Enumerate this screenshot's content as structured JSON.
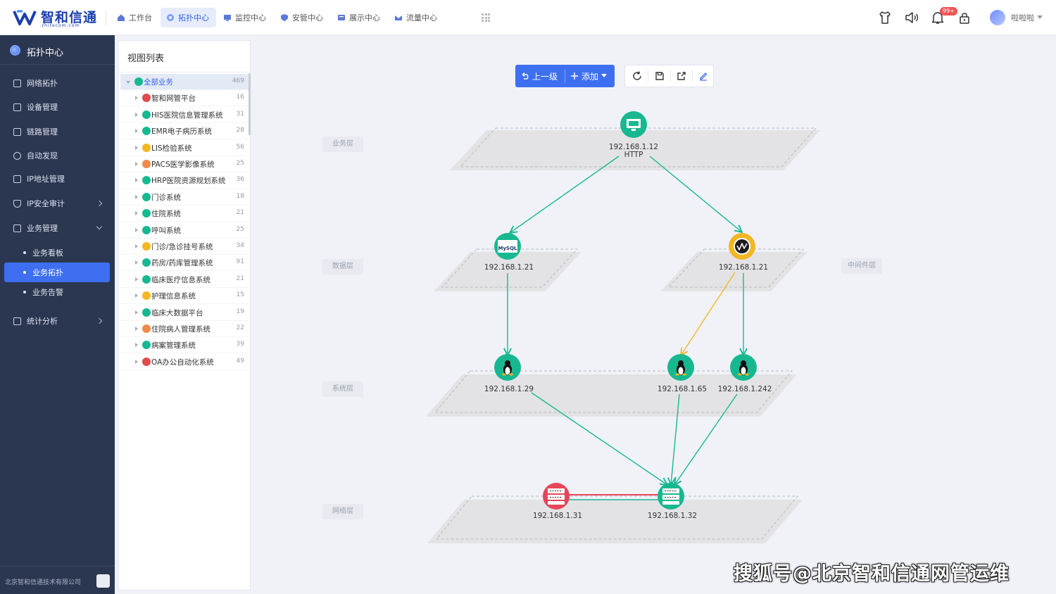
{
  "brand": {
    "name": "智和信通",
    "sub": "zhitecom.com"
  },
  "topnav": [
    {
      "label": "工作台",
      "icon": "home-icon",
      "active": false
    },
    {
      "label": "拓扑中心",
      "icon": "topology-icon",
      "active": true
    },
    {
      "label": "监控中心",
      "icon": "monitor-icon",
      "active": false
    },
    {
      "label": "安管中心",
      "icon": "shield-icon",
      "active": false
    },
    {
      "label": "展示中心",
      "icon": "display-icon",
      "active": false
    },
    {
      "label": "流量中心",
      "icon": "traffic-icon",
      "active": false
    }
  ],
  "header_right": {
    "badge": "99+",
    "username": "啦啦啦"
  },
  "sidebar": {
    "title": "拓扑中心",
    "items": [
      {
        "label": "网络拓扑",
        "icon": "network-topology-icon"
      },
      {
        "label": "设备管理",
        "icon": "device-icon"
      },
      {
        "label": "链路管理",
        "icon": "link-icon"
      },
      {
        "label": "自动发现",
        "icon": "discover-icon"
      },
      {
        "label": "IP地址管理",
        "icon": "ip-address-icon"
      },
      {
        "label": "IP安全审计",
        "icon": "ip-audit-icon"
      },
      {
        "label": "业务管理",
        "icon": "business-icon"
      }
    ],
    "subitems": [
      {
        "label": "业务看板",
        "active": false
      },
      {
        "label": "业务拓扑",
        "active": true
      },
      {
        "label": "业务告警",
        "active": false
      }
    ],
    "stats": {
      "label": "统计分析",
      "icon": "stats-icon"
    },
    "footer": "北京智和信通技术有限公司"
  },
  "view_panel": {
    "title": "视图列表",
    "root": {
      "label": "全部业务",
      "count": "469"
    },
    "items": [
      {
        "label": "智和网管平台",
        "count": "16",
        "color": "#e04b4b"
      },
      {
        "label": "HIS医院信息管理系统",
        "count": "31",
        "color": "#17b890"
      },
      {
        "label": "EMR电子病历系统",
        "count": "28",
        "color": "#17b890"
      },
      {
        "label": "LIS检验系统",
        "count": "56",
        "color": "#f3b723"
      },
      {
        "label": "PACS医学影像系统",
        "count": "25",
        "color": "#f08a4b"
      },
      {
        "label": "HRP医院资源规划系统",
        "count": "36",
        "color": "#17b890"
      },
      {
        "label": "门诊系统",
        "count": "18",
        "color": "#17b890"
      },
      {
        "label": "住院系统",
        "count": "21",
        "color": "#17b890"
      },
      {
        "label": "呼叫系统",
        "count": "25",
        "color": "#17b890"
      },
      {
        "label": "门诊/急诊挂号系统",
        "count": "34",
        "color": "#f3b723"
      },
      {
        "label": "药房/药库管理系统",
        "count": "91",
        "color": "#17b890"
      },
      {
        "label": "临床医疗信息系统",
        "count": "21",
        "color": "#17b890"
      },
      {
        "label": "护理信息系统",
        "count": "15",
        "color": "#f3b723"
      },
      {
        "label": "临床大数据平台",
        "count": "19",
        "color": "#17b890"
      },
      {
        "label": "住院病人管理系统",
        "count": "22",
        "color": "#f08a4b"
      },
      {
        "label": "病案管理系统",
        "count": "39",
        "color": "#17b890"
      },
      {
        "label": "OA办公自动化系统",
        "count": "49",
        "color": "#e04b4b"
      }
    ]
  },
  "toolbar": {
    "up_label": "上一级",
    "add_label": "添加"
  },
  "layers": {
    "business": "业务层",
    "data": "数据层",
    "middleware": "中间件层",
    "system": "系统层",
    "network": "网络层"
  },
  "nodes": {
    "http": {
      "ip": "192.168.1.12",
      "service": "HTTP"
    },
    "mysql": {
      "ip": "192.168.1.21",
      "icon": "mysql-icon",
      "badge": "MySQL"
    },
    "middleware": {
      "ip": "192.168.1.21"
    },
    "linux1": {
      "ip": "192.168.1.29"
    },
    "linux2": {
      "ip": "192.168.1.65"
    },
    "linux3": {
      "ip": "192.168.1.242"
    },
    "switch1": {
      "ip": "192.168.1.31"
    },
    "switch2": {
      "ip": "192.168.1.32"
    }
  },
  "colors": {
    "ok": "#17b890",
    "warn": "#f3b723",
    "error": "#e8455a",
    "accent": "#3d6ff0"
  },
  "watermark": "搜狐号@北京智和信通网管运维"
}
